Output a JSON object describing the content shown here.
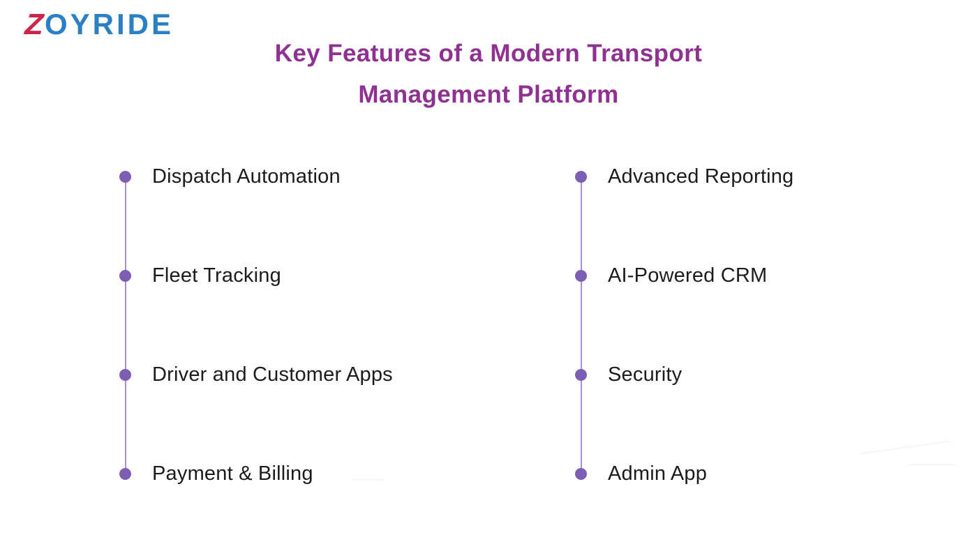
{
  "logo": {
    "z": "Z",
    "name_rest": "OYRIDE"
  },
  "title": {
    "line1": "Key Features of a Modern Transport",
    "line2": "Management Platform"
  },
  "columns": [
    {
      "items": [
        "Dispatch Automation",
        "Fleet Tracking",
        "Driver and Customer Apps",
        "Payment & Billing"
      ]
    },
    {
      "items": [
        "Advanced Reporting",
        "AI-Powered CRM",
        "Security",
        "Admin App"
      ]
    }
  ],
  "colors": {
    "title": "#8E3191",
    "bullet": "#7D5EB5",
    "timeline": "#A890D5",
    "item_text": "#1C1C1C",
    "logo_z": "#E0354F",
    "logo_text": "#2B7FC5",
    "background": "#FFFFFF"
  }
}
